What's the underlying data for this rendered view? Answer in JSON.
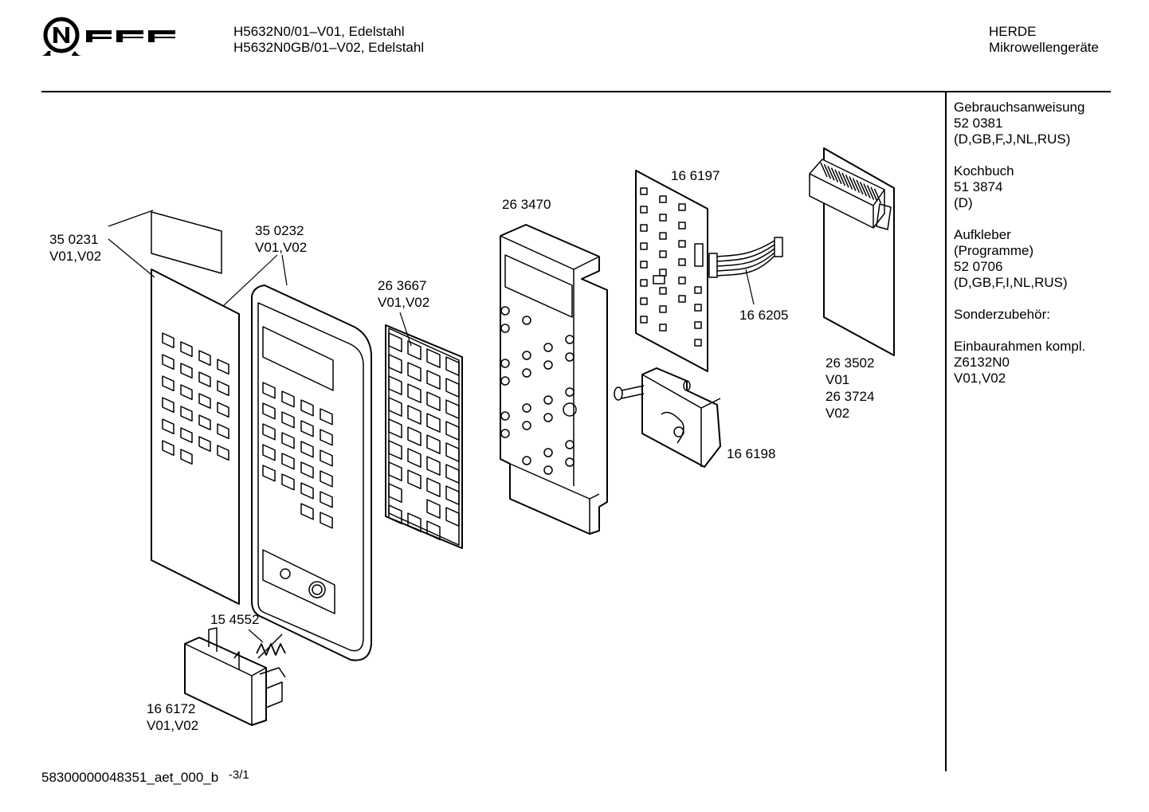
{
  "header": {
    "brand": "NEFF",
    "models": [
      "H5632N0/01–V01, Edelstahl",
      "H5632N0GB/01–V02, Edelstahl"
    ],
    "category": [
      "HERDE",
      "Mikrowellengeräte"
    ]
  },
  "sidebar": {
    "groups": [
      {
        "lines": [
          "Gebrauchsanweisung",
          "52 0381",
          "(D,GB,F,J,NL,RUS)"
        ]
      },
      {
        "lines": [
          "Kochbuch",
          "51 3874",
          "(D)"
        ]
      },
      {
        "lines": [
          "Aufkleber",
          "(Programme)",
          "52 0706",
          "(D,GB,F,I,NL,RUS)"
        ]
      },
      {
        "lines": [
          "Sonderzubehör:"
        ]
      },
      {
        "lines": [
          "Einbaurahmen kompl.",
          "Z6132N0",
          "V01,V02"
        ]
      }
    ]
  },
  "parts": {
    "p350231": {
      "number": "35 0231",
      "variant": "V01,V02"
    },
    "p350232": {
      "number": "35 0232",
      "variant": "V01,V02"
    },
    "p263667": {
      "number": "26 3667",
      "variant": "V01,V02"
    },
    "p263470": {
      "number": "26 3470"
    },
    "p166197": {
      "number": "16 6197"
    },
    "p166205": {
      "number": "16 6205"
    },
    "p263502": {
      "number": "26 3502",
      "variant": "V01",
      "number2": "26 3724",
      "variant2": "V02"
    },
    "p166198": {
      "number": "16 6198"
    },
    "p154552": {
      "number": "15 4552"
    },
    "p166172": {
      "number": "16 6172",
      "variant": "V01,V02"
    }
  },
  "footer": {
    "doc_id": "58300000048351_aet_000_b",
    "sheet": "-3/1"
  }
}
